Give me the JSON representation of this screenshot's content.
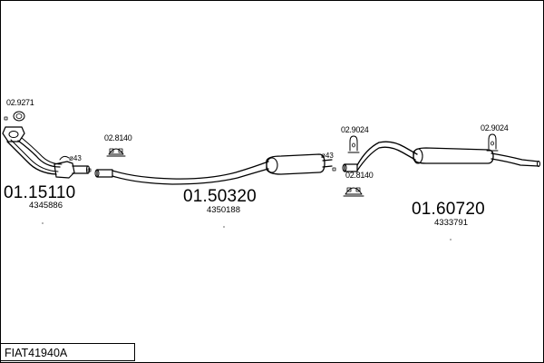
{
  "diagram": {
    "sections": [
      {
        "part_number": "01.15110",
        "oem_number": "4345886"
      },
      {
        "part_number": "01.50320",
        "oem_number": "4350188"
      },
      {
        "part_number": "01.60720",
        "oem_number": "4333791"
      }
    ],
    "accessories": [
      {
        "code": "02.9271"
      },
      {
        "code": "02.8140"
      },
      {
        "code": "02.9024"
      },
      {
        "code": "02.8140"
      },
      {
        "code": "02.9024"
      }
    ],
    "diameters": [
      {
        "label": "ø43"
      },
      {
        "label": "ø43"
      }
    ]
  },
  "footer": {
    "title": "FIAT41940A"
  }
}
